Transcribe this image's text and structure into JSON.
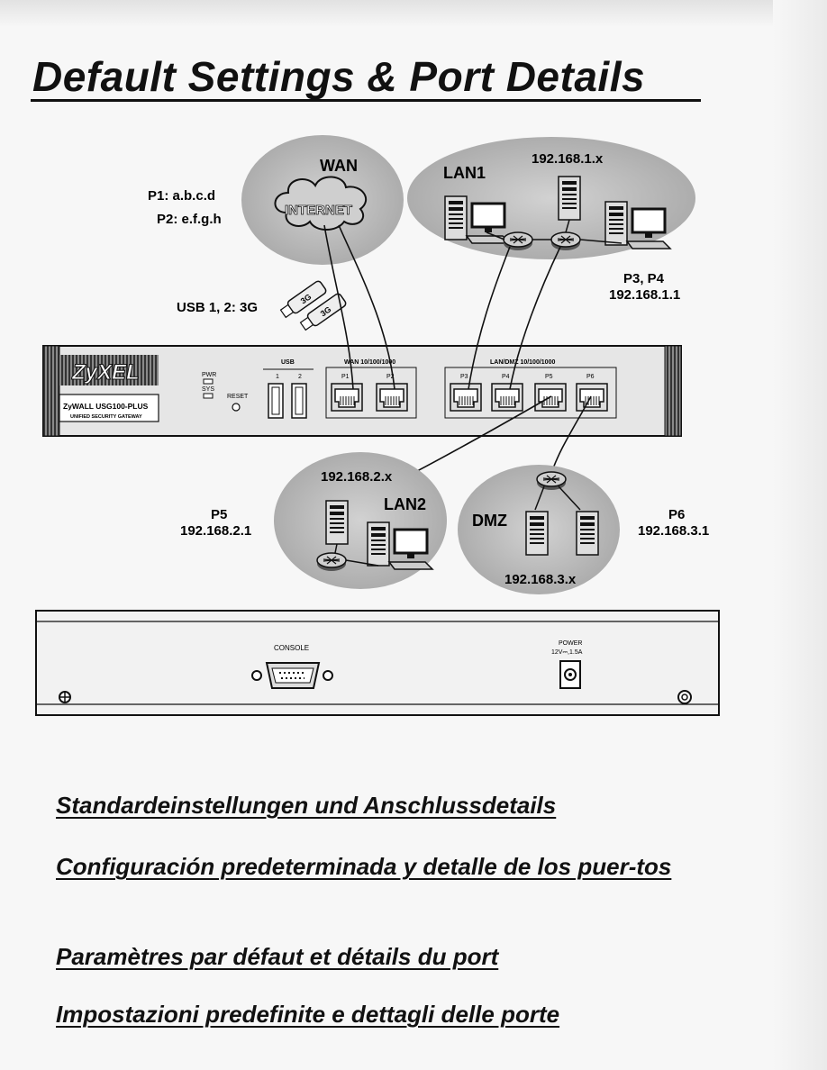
{
  "page": {
    "title": "Default Settings & Port Details",
    "translations": [
      "Standardeinstellungen und Anschlussdetails",
      "Configuración predeterminada y detalle de los puer-tos",
      "Paramètres par défaut et détails du port",
      "Impostazioni predefinite e dettagli delle porte"
    ]
  },
  "diagram": {
    "wan": {
      "title": "WAN",
      "cloud_text": "INTERNET",
      "p1": "P1: a.b.c.d",
      "p2": "P2: e.f.g.h"
    },
    "lan1": {
      "title": "LAN1",
      "subnet": "192.168.1.x",
      "ports": "P3, P4",
      "gateway": "192.168.1.1"
    },
    "usb": {
      "label": "USB 1, 2: 3G",
      "stick_text": "3G"
    },
    "device": {
      "brand": "ZyXEL",
      "model": "ZyWALL USG100-PLUS",
      "tagline": "UNIFIED SECURITY GATEWAY",
      "led_pwr": "PWR",
      "led_sys": "SYS",
      "reset": "RESET",
      "usb_group": "USB",
      "usb1": "1",
      "usb2": "2",
      "wan_group": "WAN 10/100/1000",
      "lan_group": "LAN/DMZ 10/100/1000",
      "ports": [
        "P1",
        "P2",
        "P3",
        "P4",
        "P5",
        "P6"
      ]
    },
    "lan2": {
      "title": "LAN2",
      "subnet": "192.168.2.x",
      "port": "P5",
      "gateway": "192.168.2.1"
    },
    "dmz": {
      "title": "DMZ",
      "subnet": "192.168.3.x",
      "port": "P6",
      "gateway": "192.168.3.1"
    },
    "rear": {
      "console": "CONSOLE",
      "power": "POWER",
      "power_rating": "12V⎓,1.5A"
    }
  },
  "colors": {
    "bubble": "#c4c4c4",
    "ink": "#111111",
    "device_body": "#e8e8e8",
    "paper": "#f7f7f7"
  }
}
